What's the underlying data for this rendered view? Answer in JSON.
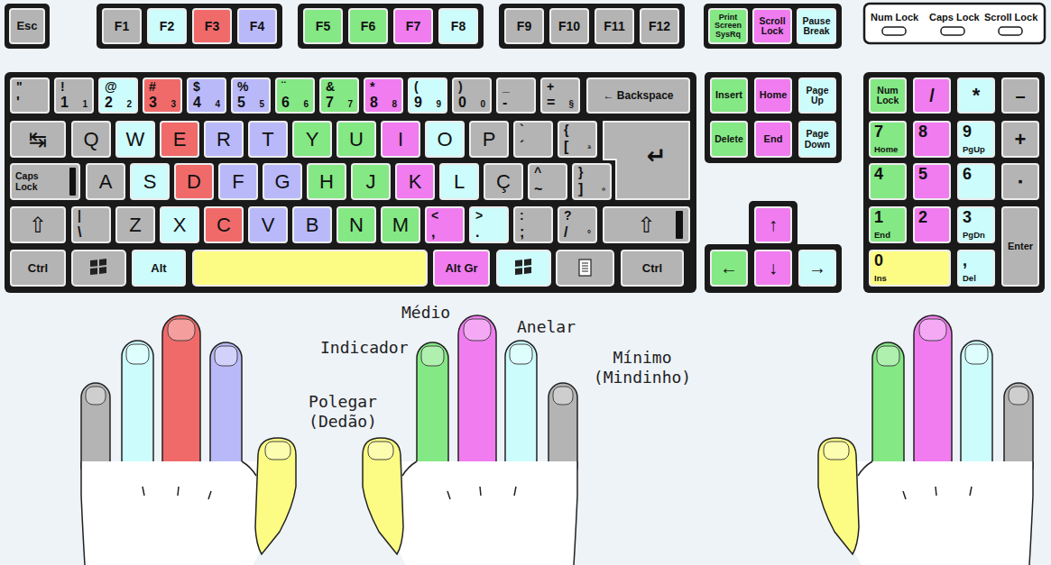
{
  "diagram": {
    "nodes": [
      {
        "text": [
          "Esc"
        ]
      },
      {
        "text": [
          "F1"
        ]
      },
      {
        "text": [
          "F2"
        ]
      },
      {
        "text": [
          "F3"
        ]
      },
      {
        "text": [
          "F4"
        ]
      },
      {
        "text": [
          "F5"
        ]
      },
      {
        "text": [
          "F6"
        ]
      },
      {
        "text": [
          "F7"
        ]
      },
      {
        "text": [
          "F8"
        ]
      },
      {
        "text": [
          "F9"
        ]
      },
      {
        "text": [
          "F10"
        ]
      },
      {
        "text": [
          "F11"
        ]
      },
      {
        "text": [
          "F12"
        ]
      },
      {
        "text": [
          "Print Screen SysRq"
        ]
      },
      {
        "text": [
          "Scroll Lock"
        ]
      },
      {
        "text": [
          "Pause Break"
        ]
      },
      {
        "text": [
          "\"",
          "'"
        ]
      },
      {
        "text": [
          "!",
          "1",
          "1"
        ]
      },
      {
        "text": [
          "@",
          "2",
          "2"
        ]
      },
      {
        "text": [
          "#",
          "3",
          "3"
        ]
      },
      {
        "text": [
          "$",
          "4",
          "4"
        ]
      },
      {
        "text": [
          "%",
          "5",
          "5"
        ]
      },
      {
        "text": [
          "¨",
          "6",
          "6"
        ]
      },
      {
        "text": [
          "&",
          "7",
          "7"
        ]
      },
      {
        "text": [
          "*",
          "8",
          "8"
        ]
      },
      {
        "text": [
          "(",
          "9",
          "9"
        ]
      },
      {
        "text": [
          ")",
          "0",
          "0"
        ]
      },
      {
        "text": [
          "_",
          "-"
        ]
      },
      {
        "text": [
          "+",
          "=",
          "§"
        ]
      },
      {
        "text": [
          "← Backspace"
        ]
      },
      {
        "text": [
          "Insert"
        ]
      },
      {
        "text": [
          "Home"
        ]
      },
      {
        "text": [
          "Page Up"
        ]
      },
      {
        "text": [
          "Num Lock"
        ]
      },
      {
        "text": [
          "/"
        ]
      },
      {
        "text": [
          "*"
        ]
      },
      {
        "text": [
          "–"
        ]
      },
      {
        "text": [
          "↹"
        ]
      },
      {
        "text": [
          "Q"
        ]
      },
      {
        "text": [
          "W"
        ]
      },
      {
        "text": [
          "E"
        ]
      },
      {
        "text": [
          "R"
        ]
      },
      {
        "text": [
          "T"
        ]
      },
      {
        "text": [
          "Y"
        ]
      },
      {
        "text": [
          "U"
        ]
      },
      {
        "text": [
          "I"
        ]
      },
      {
        "text": [
          "O"
        ]
      },
      {
        "text": [
          "P"
        ]
      },
      {
        "text": [
          "`",
          "´"
        ]
      },
      {
        "text": [
          "{",
          "[",
          "ª"
        ]
      },
      {
        "text": [
          "↵"
        ]
      },
      {
        "text": [
          "Delete"
        ]
      },
      {
        "text": [
          "End"
        ]
      },
      {
        "text": [
          "Page Down"
        ]
      },
      {
        "text": [
          "7",
          "Home"
        ]
      },
      {
        "text": [
          "8"
        ]
      },
      {
        "text": [
          "9",
          "PgUp"
        ]
      },
      {
        "text": [
          "+"
        ]
      },
      {
        "text": [
          "Caps Lock"
        ]
      },
      {
        "text": [
          "A"
        ]
      },
      {
        "text": [
          "S"
        ]
      },
      {
        "text": [
          "D"
        ]
      },
      {
        "text": [
          "F"
        ]
      },
      {
        "text": [
          "G"
        ]
      },
      {
        "text": [
          "H"
        ]
      },
      {
        "text": [
          "J"
        ]
      },
      {
        "text": [
          "K"
        ]
      },
      {
        "text": [
          "L"
        ]
      },
      {
        "text": [
          "Ç"
        ]
      },
      {
        "text": [
          "^",
          "~"
        ]
      },
      {
        "text": [
          "}",
          "]",
          "º"
        ]
      },
      {
        "text": [
          "4"
        ]
      },
      {
        "text": [
          "5"
        ]
      },
      {
        "text": [
          "6"
        ]
      },
      {
        "text": [
          "▪"
        ]
      },
      {
        "text": [
          "⇧"
        ]
      },
      {
        "text": [
          "|",
          "\\"
        ]
      },
      {
        "text": [
          "Z"
        ]
      },
      {
        "text": [
          "X"
        ]
      },
      {
        "text": [
          "C"
        ]
      },
      {
        "text": [
          "V"
        ]
      },
      {
        "text": [
          "B"
        ]
      },
      {
        "text": [
          "N"
        ]
      },
      {
        "text": [
          "M"
        ]
      },
      {
        "text": [
          "<",
          ","
        ]
      },
      {
        "text": [
          ">",
          "."
        ]
      },
      {
        "text": [
          ":",
          ";"
        ]
      },
      {
        "text": [
          "?",
          "/",
          "°"
        ]
      },
      {
        "text": [
          "⇧"
        ]
      },
      {
        "text": [
          "↑"
        ]
      },
      {
        "text": [
          "1",
          "End"
        ]
      },
      {
        "text": [
          "2"
        ]
      },
      {
        "text": [
          "3",
          "PgDn"
        ]
      },
      {
        "text": [
          "Enter"
        ]
      },
      {
        "text": [
          "Ctrl"
        ]
      },
      {
        "text": [
          "Alt"
        ]
      },
      {
        "text": [
          "Alt Gr"
        ]
      },
      {
        "text": [
          "Ctrl"
        ]
      },
      {
        "text": [
          "←"
        ]
      },
      {
        "text": [
          "↓"
        ]
      },
      {
        "text": [
          "→"
        ]
      },
      {
        "text": [
          "0",
          "Ins"
        ]
      },
      {
        "text": [
          ",",
          "Del"
        ]
      }
    ],
    "labels": [
      "Num Lock",
      "Caps Lock",
      "Scroll Lock",
      "Médio",
      "Anelar",
      "Indicador",
      "Mínimo (Mindinho)",
      "Polegar (Dedão)"
    ]
  }
}
